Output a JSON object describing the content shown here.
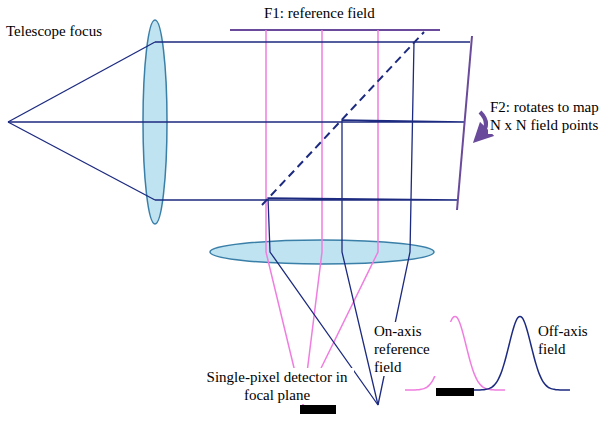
{
  "diagram": {
    "labels": [
      "Telescope focus",
      "F1: reference field",
      "F2: rotates to map N x N field points",
      "Single-pixel detector in focal plane",
      "On-axis reference field",
      "Off-axis field"
    ]
  }
}
